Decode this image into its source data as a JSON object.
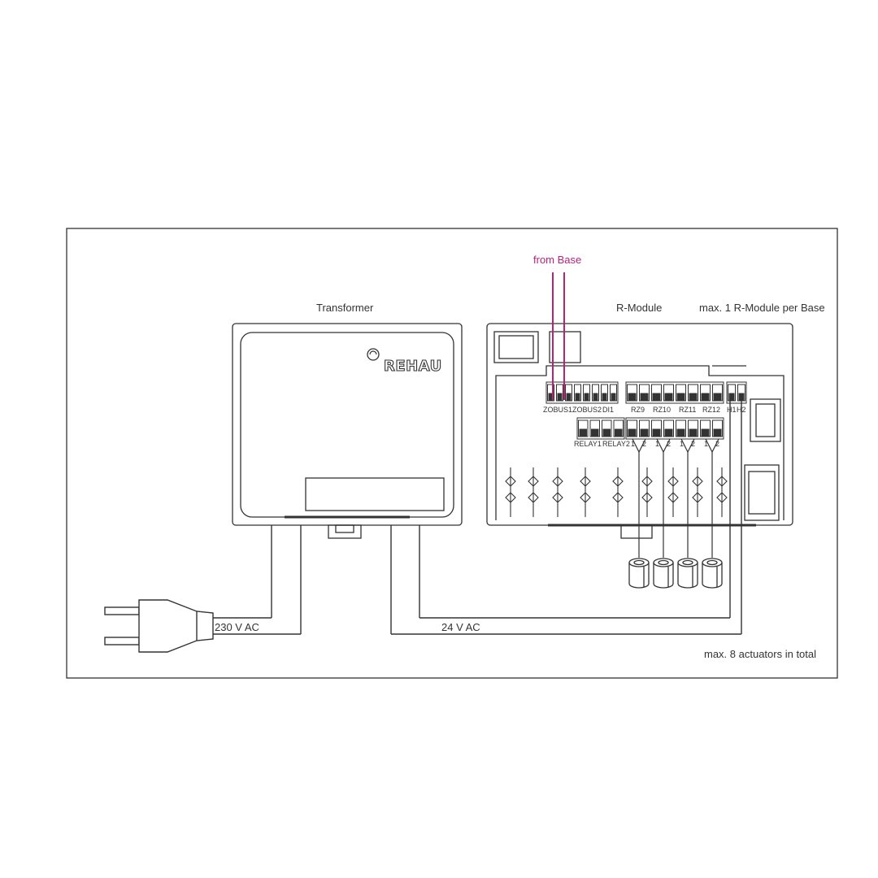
{
  "labels": {
    "from_base": "from Base",
    "transformer": "Transformer",
    "r_module": "R-Module",
    "max_r_module": "max. 1 R-Module per Base",
    "v230": "230 V AC",
    "v24": "24 V AC",
    "max_actuators": "max. 8 actuators in total"
  },
  "logo_text": "REHAU",
  "terminals": {
    "zobus1": "ZOBUS1",
    "zobus2": "ZOBUS2",
    "di1": "DI1",
    "rz9": "RZ9",
    "rz10": "RZ10",
    "rz11": "RZ11",
    "rz12": "RZ12",
    "h1": "H1",
    "h2": "H2",
    "relay1": "RELAY1",
    "relay2": "RELAY2"
  },
  "pin_labels": [
    "1",
    "2",
    "1",
    "2",
    "1",
    "2",
    "1",
    "2"
  ],
  "colors": {
    "line": "#333333",
    "accent": "#b5237d"
  }
}
